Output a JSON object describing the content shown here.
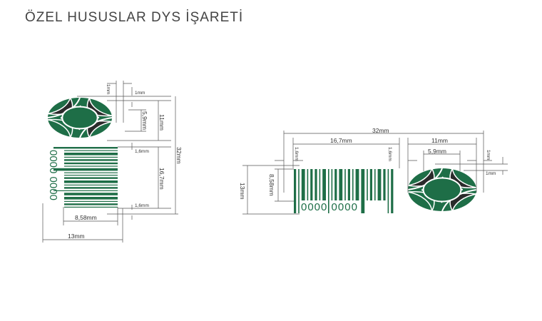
{
  "title": "ÖZEL HUSUSLAR DYS İŞARETİ",
  "colors": {
    "green": "#1e6e47",
    "dark": "#2a2a2a"
  },
  "vertical_figure": {
    "barcode_digits": "0000 0000",
    "labels": {
      "gap_top_v": "1mm",
      "gap_top_h": "1mm",
      "inner": "5,9mm",
      "logo_height": "11mm",
      "total": "32mm",
      "margin_top": "1,6mm",
      "barcode_length": "16,7mm",
      "margin_bottom": "1,6mm",
      "barcode_height": "8,58mm",
      "width": "13mm"
    }
  },
  "horizontal_figure": {
    "barcode_digits": "0000 0000",
    "labels": {
      "total": "32mm",
      "barcode_length": "16,7mm",
      "logo_width": "11mm",
      "inner": "5,9mm",
      "margin_left": "1,6mm",
      "margin_right": "1,6mm",
      "gap_v": "1mm",
      "gap_h": "1mm",
      "barcode_height": "8,58mm",
      "height": "13mm"
    }
  }
}
